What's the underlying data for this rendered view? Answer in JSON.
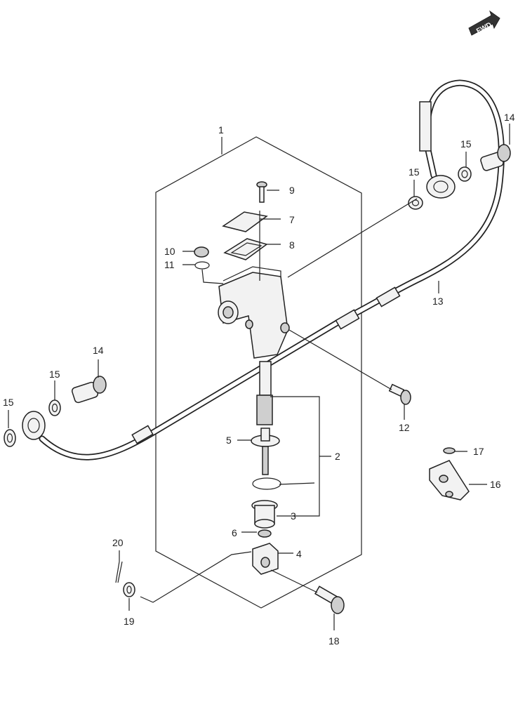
{
  "direction_badge": {
    "label": "FWD"
  },
  "callouts": [
    {
      "id": "c1",
      "label": "1"
    },
    {
      "id": "c2",
      "label": "2"
    },
    {
      "id": "c3",
      "label": "3"
    },
    {
      "id": "c4",
      "label": "4"
    },
    {
      "id": "c5",
      "label": "5"
    },
    {
      "id": "c6",
      "label": "6"
    },
    {
      "id": "c7",
      "label": "7"
    },
    {
      "id": "c8",
      "label": "8"
    },
    {
      "id": "c9",
      "label": "9"
    },
    {
      "id": "c10",
      "label": "10"
    },
    {
      "id": "c11",
      "label": "11"
    },
    {
      "id": "c12",
      "label": "12"
    },
    {
      "id": "c13",
      "label": "13"
    },
    {
      "id": "c14a",
      "label": "14"
    },
    {
      "id": "c14b",
      "label": "14"
    },
    {
      "id": "c15a",
      "label": "15"
    },
    {
      "id": "c15b",
      "label": "15"
    },
    {
      "id": "c15c",
      "label": "15"
    },
    {
      "id": "c15d",
      "label": "15"
    },
    {
      "id": "c16",
      "label": "16"
    },
    {
      "id": "c17",
      "label": "17"
    },
    {
      "id": "c18",
      "label": "18"
    },
    {
      "id": "c19",
      "label": "19"
    },
    {
      "id": "c20",
      "label": "20"
    }
  ]
}
